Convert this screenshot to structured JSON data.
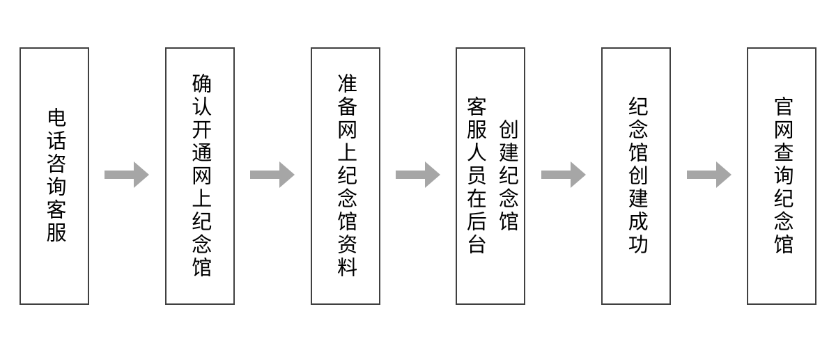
{
  "diagram": {
    "type": "flowchart",
    "direction": "left-to-right",
    "steps": [
      {
        "label": "电话咨询客服"
      },
      {
        "label": "确认开通网上纪念馆"
      },
      {
        "label": "准备网上纪念馆资料"
      },
      {
        "label": "客服人员在后台\n创建纪念馆"
      },
      {
        "label": "纪念馆创建成功"
      },
      {
        "label": "官网查询纪念馆"
      }
    ],
    "connector": "right-arrow",
    "connector_count": 5
  },
  "colors": {
    "background": "#ffffff",
    "box_border": "#404040",
    "box_fill": "#ffffff",
    "text": "#000000",
    "arrow": "#a6a6a6"
  }
}
